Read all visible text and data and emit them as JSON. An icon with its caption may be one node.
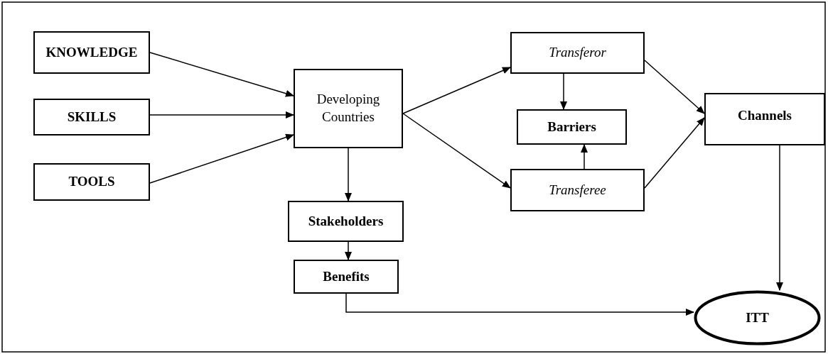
{
  "diagram": {
    "nodes": [
      {
        "text": [
          "KNOWLEDGE"
        ]
      },
      {
        "text": [
          "SKILLS"
        ]
      },
      {
        "text": [
          "TOOLS"
        ]
      },
      {
        "text": [
          "Developing Countries"
        ]
      },
      {
        "text": [
          "Transferor"
        ]
      },
      {
        "text": [
          "Barriers"
        ]
      },
      {
        "text": [
          "Transferee"
        ]
      },
      {
        "text": [
          "Channels"
        ]
      },
      {
        "text": [
          "Stakeholders"
        ]
      },
      {
        "text": [
          "Benefits"
        ]
      },
      {
        "text": [
          "ITT"
        ]
      }
    ],
    "edges": [
      {
        "from": 0,
        "to": 3,
        "arrow": "to"
      },
      {
        "from": 1,
        "to": 3,
        "arrow": "to"
      },
      {
        "from": 2,
        "to": 3,
        "arrow": "to"
      },
      {
        "from": 3,
        "to": 4,
        "arrow": "to"
      },
      {
        "from": 3,
        "to": 6,
        "arrow": "to"
      },
      {
        "from": 4,
        "to": 5,
        "arrow": "to"
      },
      {
        "from": 6,
        "to": 5,
        "arrow": "to"
      },
      {
        "from": 4,
        "to": 7,
        "arrow": "to"
      },
      {
        "from": 6,
        "to": 7,
        "arrow": "to"
      },
      {
        "from": 3,
        "to": 8,
        "arrow": "to"
      },
      {
        "from": 8,
        "to": 9,
        "arrow": "to"
      },
      {
        "from": 7,
        "to": 10,
        "arrow": "to"
      },
      {
        "from": 9,
        "to": 10,
        "arrow": "to"
      }
    ]
  }
}
